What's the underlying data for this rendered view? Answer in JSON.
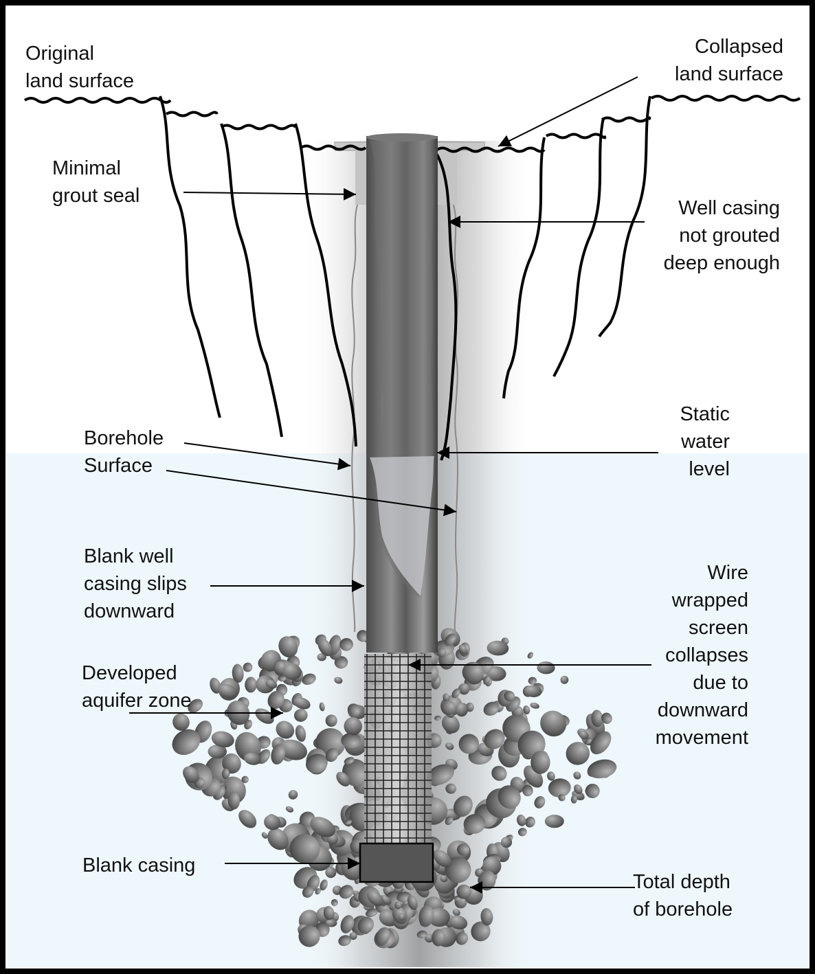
{
  "labels": {
    "original_land_surface": "Original\nland surface",
    "collapsed_land_surface": "Collapsed\nland surface",
    "minimal_grout_seal": "Minimal\ngrout seal",
    "well_casing_not_grouted": "Well casing\nnot grouted\ndeep enough",
    "borehole_surface": "Borehole\nSurface",
    "static_water_level": "Static\nwater\nlevel",
    "blank_well_casing_slips": "Blank well\ncasing slips\ndownward",
    "wire_wrapped_screen": "Wire\nwrapped\nscreen\ncollapses\ndue to\ndownward\nmovement",
    "developed_aquifer_zone": "Developed\naquifer zone",
    "blank_casing": "Blank casing",
    "total_depth": "Total depth\nof borehole"
  },
  "colors": {
    "frame": "#000000",
    "groundwater": "#eef7fc",
    "casing_dark": "#4a4a4a",
    "casing_light": "#9a9a9a",
    "gravel": "#707070",
    "grout": "#cfcfcf"
  }
}
